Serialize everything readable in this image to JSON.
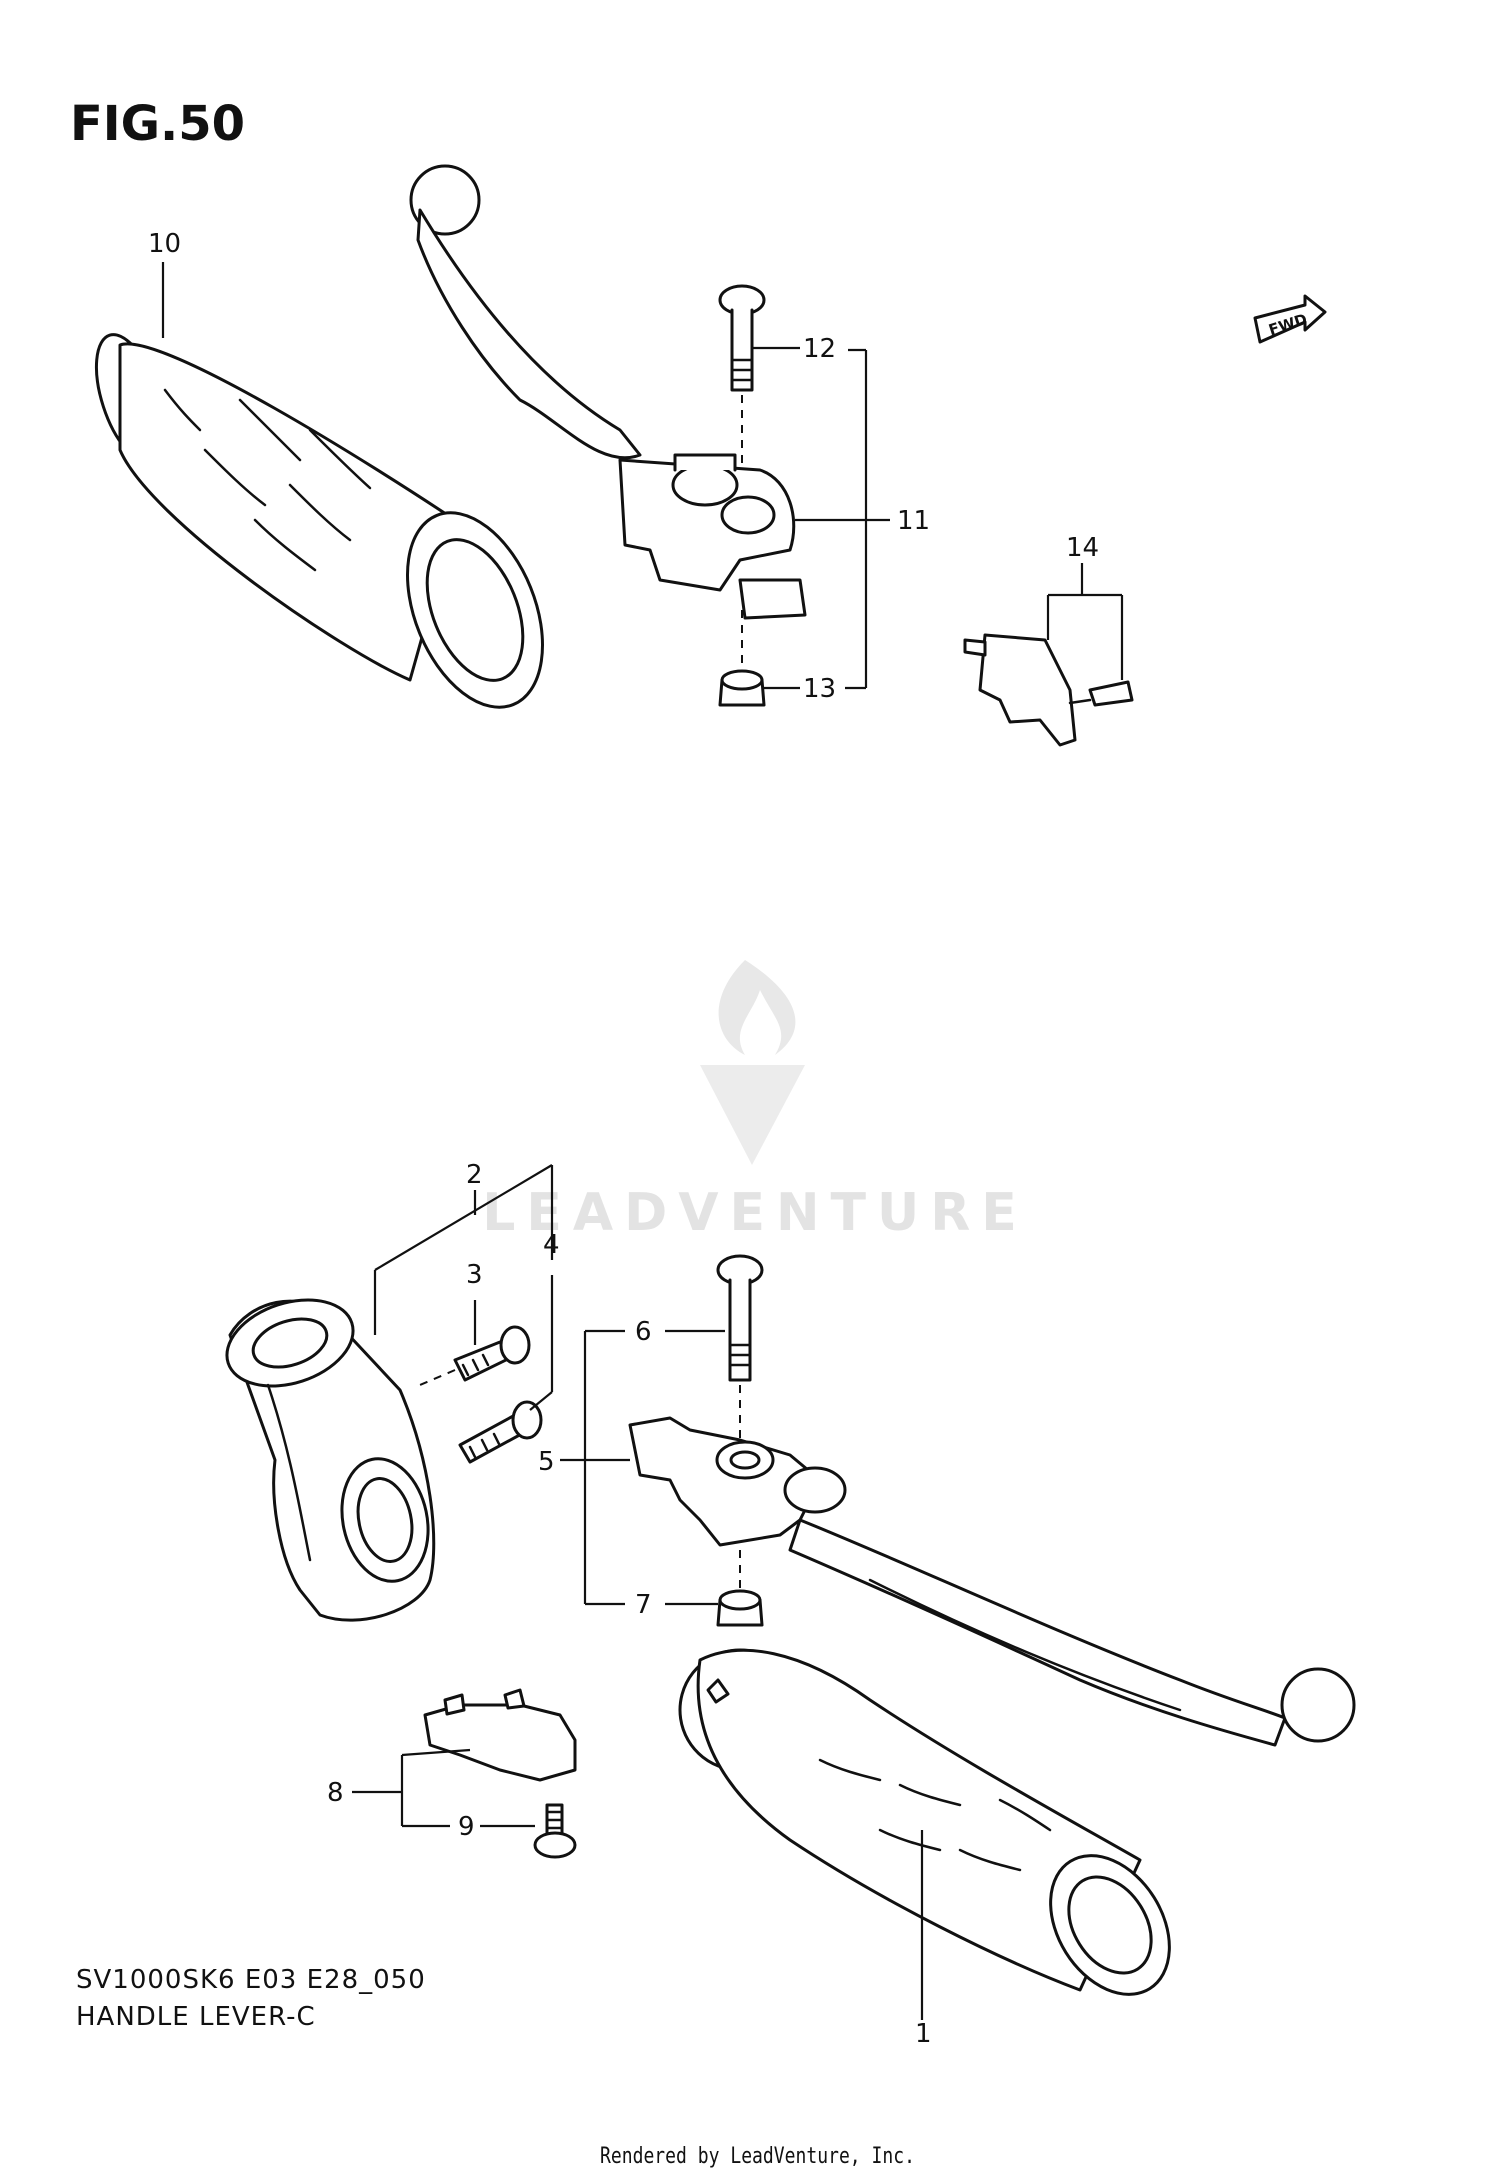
{
  "figure": {
    "title": "FIG.50",
    "model_code": "SV1000SK6 E03 E28_050",
    "section_name": "HANDLE LEVER-C"
  },
  "direction_badge": {
    "label": "FWD"
  },
  "watermark": {
    "text": "LEADVENTURE"
  },
  "credit": "Rendered by LeadVenture, Inc.",
  "callouts": {
    "p1": "1",
    "p2": "2",
    "p3": "3",
    "p4": "4",
    "p5": "5",
    "p6": "6",
    "p7": "7",
    "p8": "8",
    "p9": "9",
    "p10": "10",
    "p11": "11",
    "p12": "12",
    "p13": "13",
    "p14": "14"
  },
  "colors": {
    "line": "#111111",
    "background": "#ffffff",
    "watermark": "#e3e3e3"
  }
}
